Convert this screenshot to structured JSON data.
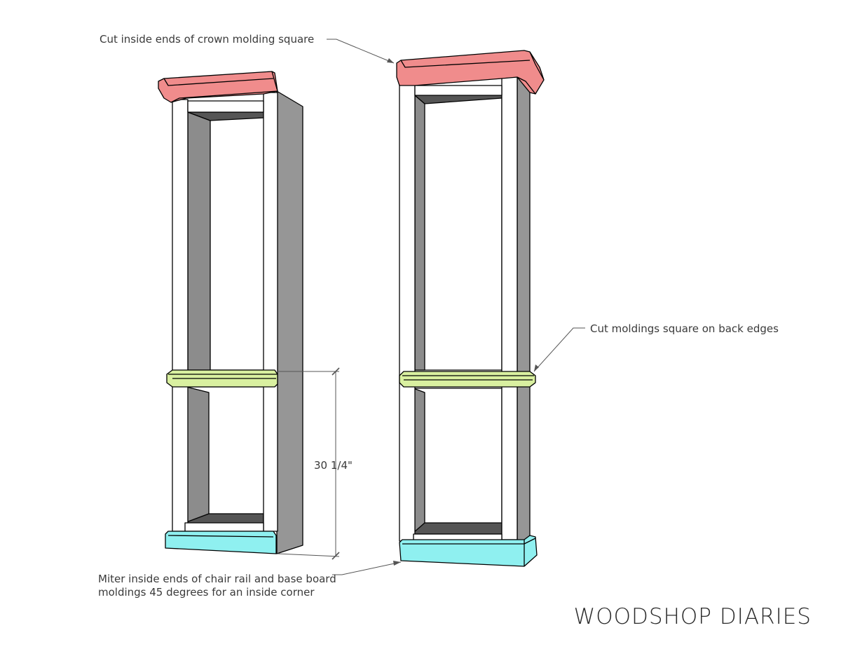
{
  "annotations": {
    "crown": "Cut inside ends of crown molding square",
    "back_edges": "Cut moldings square on back edges",
    "miter": "Miter inside ends of chair rail and base board moldings 45 degrees for an inside corner",
    "dimension": "30 1/4\""
  },
  "brand": "WOODSHOP DIARIES",
  "colors": {
    "crown_molding": "#f08c8c",
    "chair_rail": "#d9f0a0",
    "baseboard": "#8ff0f0",
    "side_panel": "#969696",
    "inner_shadow": "#555555",
    "frame": "#ffffff",
    "outline": "#000000"
  }
}
